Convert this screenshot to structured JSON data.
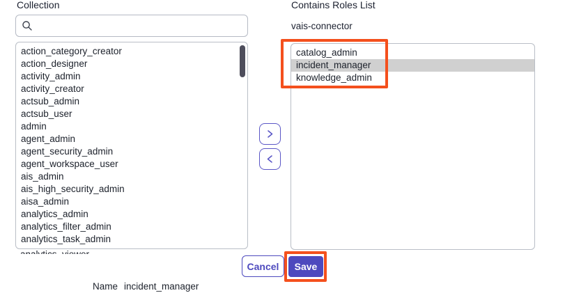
{
  "left_panel": {
    "label": "Collection",
    "search_value": "",
    "search_placeholder": "",
    "items": [
      "action_category_creator",
      "action_designer",
      "activity_admin",
      "activity_creator",
      "actsub_admin",
      "actsub_user",
      "admin",
      "agent_admin",
      "agent_security_admin",
      "agent_workspace_user",
      "ais_admin",
      "ais_high_security_admin",
      "aisa_admin",
      "analytics_admin",
      "analytics_filter_admin",
      "analytics_task_admin",
      "analytics_viewer"
    ]
  },
  "right_panel": {
    "label": "Contains Roles List",
    "group_name": "vais-connector",
    "items": [
      "catalog_admin",
      "incident_manager",
      "knowledge_admin"
    ],
    "selected_item": "incident_manager"
  },
  "icons": {
    "search": "magnifier-icon",
    "move_right": "chevron-right-icon",
    "move_left": "chevron-left-icon"
  },
  "footer": {
    "cancel_label": "Cancel",
    "save_label": "Save"
  },
  "name_row": {
    "label": "Name",
    "value": "incident_manager"
  },
  "colors": {
    "accent": "#4d49be",
    "annotation": "#f4501d",
    "selected_row_bg": "#d0d0d0",
    "box_border": "#b9bec6",
    "scrollbar_thumb": "#4e4e5c",
    "text": "#1c212b"
  }
}
